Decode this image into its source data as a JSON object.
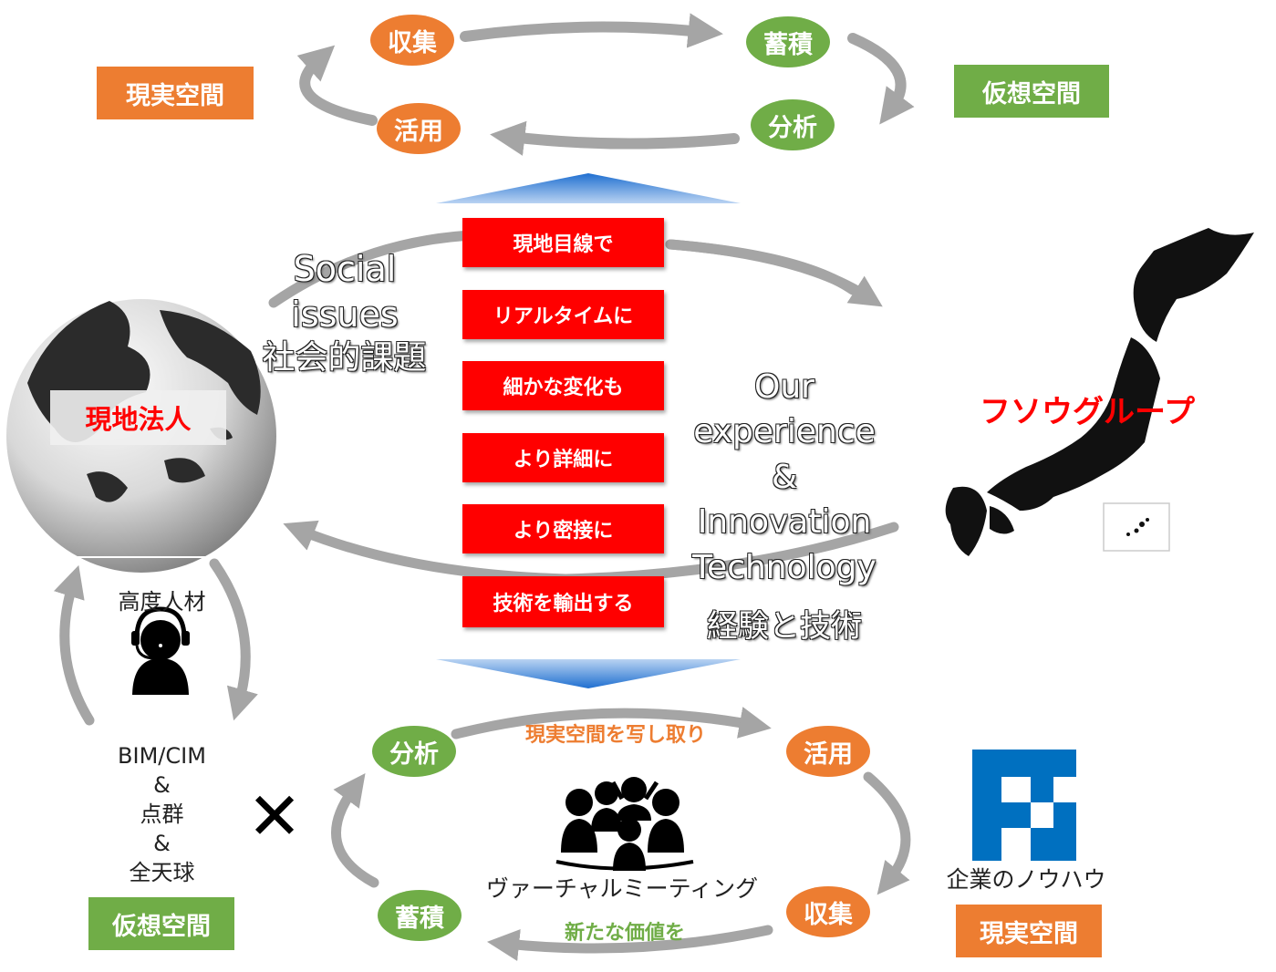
{
  "colors": {
    "orange": "#ed7d31",
    "green": "#70ad47",
    "red": "#ff0000",
    "blue": "#0070c0",
    "arrow_gray": "#a5a5a5"
  },
  "top_cycle": {
    "collect": "収集",
    "accumulate": "蓄積",
    "analyze": "分析",
    "utilize": "活用",
    "real_space": "現実空間",
    "virtual_space": "仮想空間"
  },
  "center_steps": [
    "現地目線で",
    "リアルタイムに",
    "細かな変化も",
    "より詳細に",
    "より密接に",
    "技術を輸出する"
  ],
  "social": {
    "line1": "Social",
    "line2": "issues",
    "line3": "社会的課題"
  },
  "experience": {
    "line1": "Our",
    "line2": "experience",
    "line3": "&",
    "line4": "Innovation",
    "line5": "Technology",
    "line6": "経験と技術"
  },
  "globe_label": "現地法人",
  "japan_label": "フソウグループ",
  "left_cycle": {
    "talent": "高度人材",
    "bim": "BIM/CIM",
    "amp1": "&",
    "pointcloud": "点群",
    "amp2": "&",
    "panorama": "全天球",
    "virtual_space": "仮想空間",
    "icon": "operator-headset-icon"
  },
  "times_symbol": "✕",
  "bottom_cycle": {
    "analyze": "分析",
    "utilize": "活用",
    "collect": "収集",
    "accumulate": "蓄積",
    "copy_real": "現実空間を写し取り",
    "new_value": "新たな価値を",
    "meeting": "ヴァーチャルミーティング",
    "meeting_icon": "people-meeting-icon"
  },
  "company": {
    "knowhow": "企業のノウハウ",
    "real_space": "現実空間",
    "logo": "fusou-logo"
  }
}
